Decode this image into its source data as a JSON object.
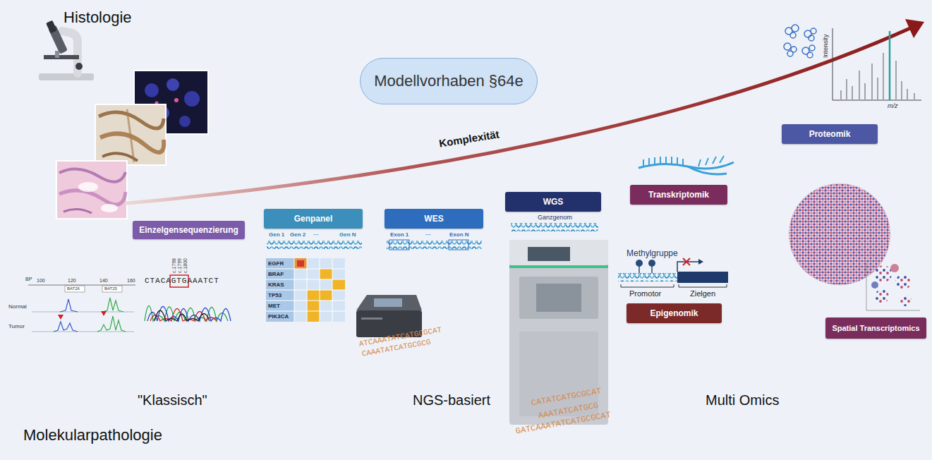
{
  "diagram": {
    "nodes": [
      {
        "text": [
          "Modellvorhaben §64e"
        ]
      },
      {
        "text": [
          "Einzelgensequenzierung"
        ]
      },
      {
        "text": [
          "Genpanel"
        ]
      },
      {
        "text": [
          "WES"
        ]
      },
      {
        "text": [
          "WGS"
        ]
      },
      {
        "text": [
          "Transkriptomik"
        ]
      },
      {
        "text": [
          "Epigenomik"
        ]
      },
      {
        "text": [
          "Proteomik"
        ]
      },
      {
        "text": [
          "Spatial Transcriptomics"
        ]
      }
    ],
    "labels": [
      "Histologie",
      "Komplexität",
      "\"Klassisch\"",
      "NGS-basiert",
      "Multi Omics",
      "Molekularpathologie",
      "BP",
      "100",
      "120",
      "140",
      "160",
      "BAT26",
      "BAT25",
      "Normal",
      "Tumor",
      "c.1798",
      "c.1799",
      "c.1800",
      "CTACAGTGAAATCT",
      "Gen 1",
      "Gen 2",
      "···",
      "Gen N",
      "EGFR",
      "BRAF",
      "KRAS",
      "TP53",
      "MET",
      "PIK3CA",
      "Exon 1",
      "···",
      "Exon N",
      "Ganzgenom",
      "Methylgruppe",
      "Promotor",
      "Zielgen",
      "Intensity",
      "m/z",
      "ATCAAATATCATGCGCAT",
      "CAAATATCATGCGCG",
      "CATATCATGCGCAT",
      "AAATATCATGCG",
      "GATCAAATATCATGCGCAT"
    ]
  }
}
